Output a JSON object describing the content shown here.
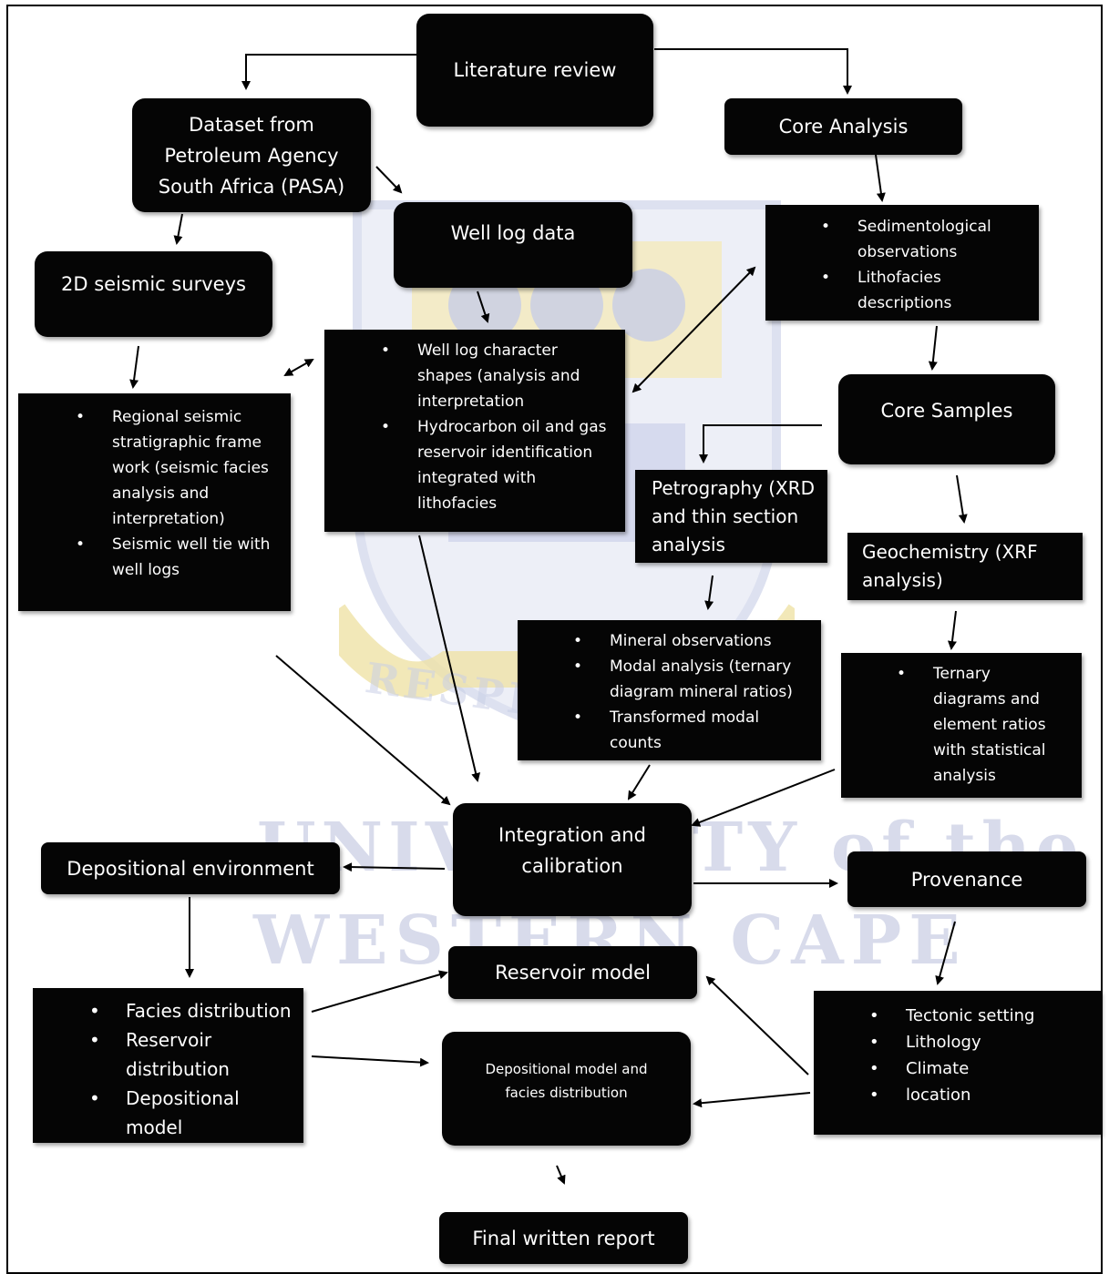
{
  "watermark": {
    "line1": "UNIVERSITY of the",
    "line2": "WESTERN CAPE",
    "motto": "RESPICE"
  },
  "nodes": {
    "literature_review": "Literature review",
    "pasa": [
      "Dataset from",
      "Petroleum Agency",
      "South Africa (PASA)"
    ],
    "core_analysis": "Core Analysis",
    "well_log_data": "Well log data",
    "seismic_surveys": "2D seismic surveys",
    "core_samples": "Core Samples",
    "petrography": [
      "Petrography (XRD",
      "and thin section",
      "analysis"
    ],
    "geochemistry": [
      "Geochemistry (XRF",
      "analysis)"
    ],
    "integration": [
      "Integration and",
      "calibration"
    ],
    "depositional_environment": "Depositional environment",
    "provenance": "Provenance",
    "reservoir_model": "Reservoir model",
    "depositional_model": [
      "Depositional model and",
      "facies distribution"
    ],
    "final_report": "Final written report"
  },
  "lists": {
    "sedimentology": [
      [
        "Sedimentological",
        "observations"
      ],
      [
        "Lithofacies",
        "descriptions"
      ]
    ],
    "well_log": [
      [
        "Well log character",
        "shapes (analysis and",
        "interpretation"
      ],
      [
        "Hydrocarbon oil and gas",
        "reservoir identification",
        "integrated with",
        "lithofacies"
      ]
    ],
    "seismic": [
      [
        "Regional seismic",
        "stratigraphic frame",
        "work (seismic facies",
        "analysis and",
        "interpretation)"
      ],
      [
        "Seismic well tie with",
        "well logs"
      ]
    ],
    "mineral": [
      [
        "Mineral observations"
      ],
      [
        "Modal analysis (ternary",
        "diagram mineral ratios)"
      ],
      [
        "Transformed modal",
        "counts"
      ]
    ],
    "ternary": [
      [
        "Ternary",
        "diagrams and",
        "element ratios",
        "with statistical",
        "analysis"
      ]
    ],
    "facies": [
      [
        "Facies distribution"
      ],
      [
        "Reservoir",
        "distribution"
      ],
      [
        "Depositional",
        "model"
      ]
    ],
    "tectonic": [
      [
        "Tectonic setting"
      ],
      [
        "Lithology"
      ],
      [
        "Climate"
      ],
      [
        "location"
      ]
    ]
  }
}
